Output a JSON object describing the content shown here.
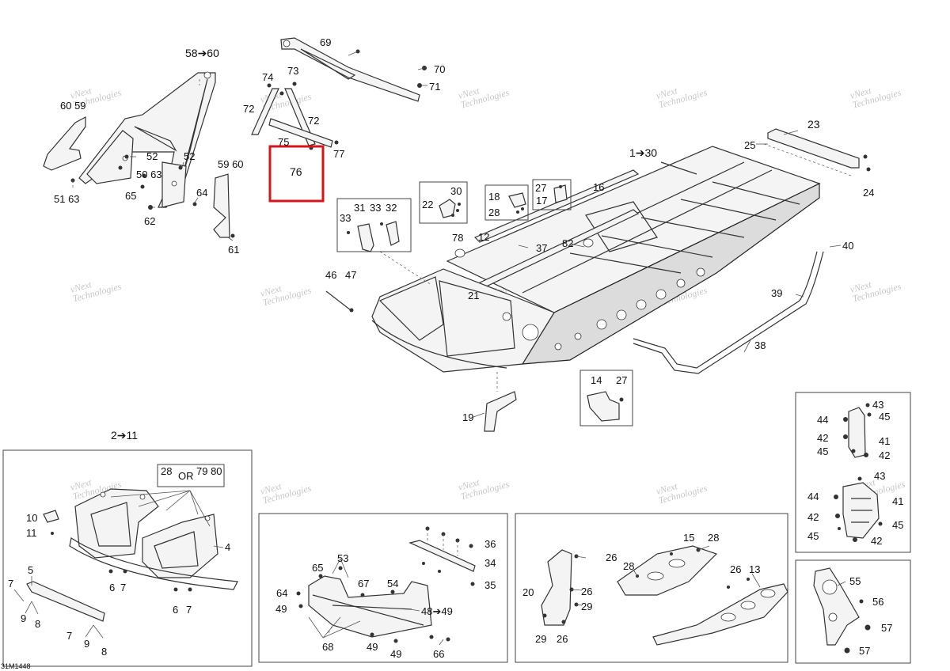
{
  "figure_id": "31M1448",
  "watermark": [
    "vNext",
    "Technologies"
  ],
  "labels": {
    "l58_60": "58➔60",
    "l60_59": "60 59",
    "l52a": "52",
    "l52b": "52",
    "l50_63": "50 63",
    "l65": "65",
    "l51_63": "51 63",
    "l64": "64",
    "l62": "62",
    "l59_60": "59 60",
    "l61": "61",
    "l69": "69",
    "l70": "70",
    "l71": "71",
    "l74": "74",
    "l73": "73",
    "l72a": "72",
    "l72b": "72",
    "l75": "75",
    "l77": "77",
    "l76": "76",
    "l23": "23",
    "l25": "25",
    "l24": "24",
    "l1_30": "1➔30",
    "l16": "16",
    "l30": "30",
    "l22": "22",
    "l18": "18",
    "l28a": "28",
    "l27a": "27",
    "l17": "17",
    "l33a": "33",
    "l31": "31",
    "l33b": "33",
    "l32": "32",
    "l78": "78",
    "l12": "12",
    "l37": "37",
    "l82": "82",
    "l40": "40",
    "l39": "39",
    "l38": "38",
    "l46": "46",
    "l47": "47",
    "l21": "21",
    "l14": "14",
    "l27b": "27",
    "l19": "19",
    "l2_11": "2➔11",
    "l28b": "28",
    "lor": "OR",
    "l79_80": "79 80",
    "l10": "10",
    "l11": "11",
    "l4": "4",
    "l5": "5",
    "l7a": "7",
    "l6a": "6",
    "l7b": "7",
    "l6b": "6",
    "l7c": "7",
    "l9a": "9",
    "l8a": "8",
    "l7d": "7",
    "l9b": "9",
    "l8b": "8",
    "l65b": "65",
    "l53": "53",
    "l67": "67",
    "l54": "54",
    "l64b": "64",
    "l49a": "49",
    "l48_49": "48➔49",
    "l68": "68",
    "l49b": "49",
    "l49c": "49",
    "l66": "66",
    "l36": "36",
    "l34": "34",
    "l35": "35",
    "l26a": "26",
    "l26b": "26",
    "l20": "20",
    "l29a": "29",
    "l29b": "29",
    "l26c": "26",
    "l15": "15",
    "l28c": "28",
    "l28d": "28",
    "l26d": "26",
    "l13": "13",
    "l43a": "43",
    "l44a": "44",
    "l45a": "45",
    "l42a": "42",
    "l41a": "41",
    "l45b": "45",
    "l42b": "42",
    "l43b": "43",
    "l44b": "44",
    "l41b": "41",
    "l42c": "42",
    "l45c": "45",
    "l45d": "45",
    "l42d": "42",
    "l55": "55",
    "l56": "56",
    "l57a": "57",
    "l57b": "57"
  },
  "colors": {
    "highlight": "#d8141b",
    "line": "#333333",
    "watermark": "#c7c7c7"
  }
}
